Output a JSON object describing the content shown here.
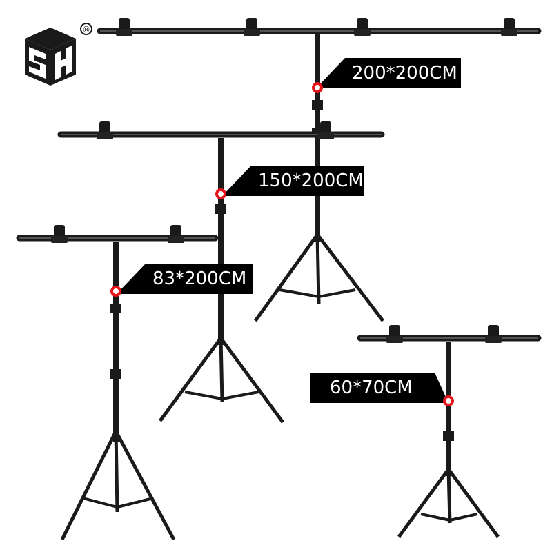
{
  "brand": {
    "logo_text": "SH",
    "trademark": "®"
  },
  "sizes": [
    {
      "id": "large",
      "label": "200*200CM"
    },
    {
      "id": "medium",
      "label": "150*200CM"
    },
    {
      "id": "small",
      "label": "83*200CM"
    },
    {
      "id": "mini",
      "label": "60*70CM"
    }
  ],
  "colors": {
    "stand": "#1a1a1a",
    "label_bg": "#000000",
    "label_text": "#ffffff",
    "marker_ring": "#e8141c"
  }
}
